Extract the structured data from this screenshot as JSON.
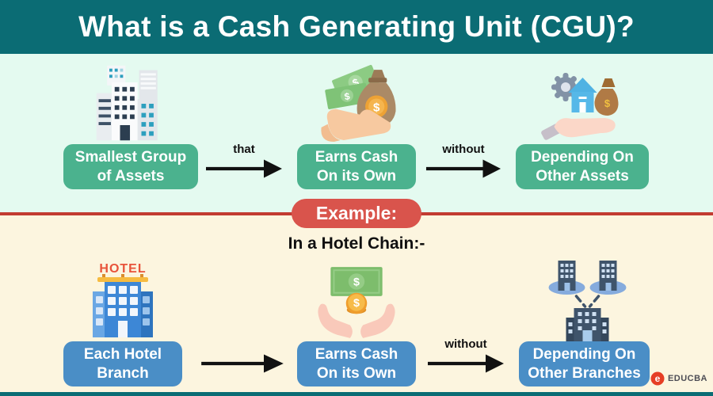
{
  "header": {
    "title": "What is a Cash Generating Unit (CGU)?"
  },
  "definition_section": {
    "box1": {
      "line1": "Smallest Group",
      "line2": "of Assets"
    },
    "connector1_label": "that",
    "box2": {
      "line1": "Earns Cash",
      "line2": "On its Own"
    },
    "connector2_label": "without",
    "box3": {
      "line1": "Depending On",
      "line2": "Other Assets"
    }
  },
  "example_section": {
    "badge": "Example:",
    "subtitle": "In a Hotel Chain:-",
    "box1": {
      "line1": "Each Hotel",
      "line2": "Branch"
    },
    "connector1_label": "",
    "box2": {
      "line1": "Earns Cash",
      "line2": "On its Own"
    },
    "connector2_label": "without",
    "box3": {
      "line1": "Depending On",
      "line2": "Other Branches"
    }
  },
  "icons": {
    "dollar": "$",
    "hotel_sign": "HOTEL"
  },
  "branding": {
    "logo_monogram": "e",
    "logo_text": "EDUCBA"
  },
  "colors": {
    "header_teal": "#0b6c74",
    "definition_bg": "#e4faf0",
    "example_bg": "#fcf5df",
    "green_box": "#4bb28e",
    "blue_box": "#4a8ec6",
    "divider_red": "#c23b31",
    "badge_red": "#d9544c"
  }
}
